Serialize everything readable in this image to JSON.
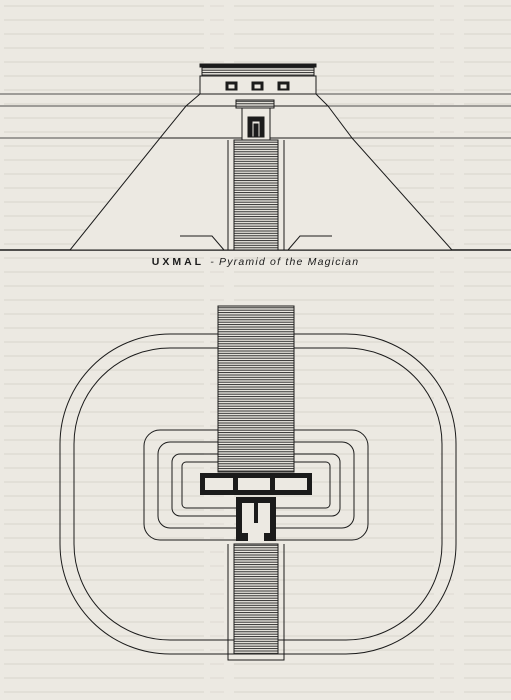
{
  "figure": {
    "site": "UXMAL",
    "separator": "-",
    "title": "Pyramid of the Magician"
  },
  "colors": {
    "paper": "#ece9e2",
    "ink": "#1b1b1b",
    "bleed_text": "#c9c5bc"
  },
  "views": [
    "elevation",
    "plan"
  ]
}
